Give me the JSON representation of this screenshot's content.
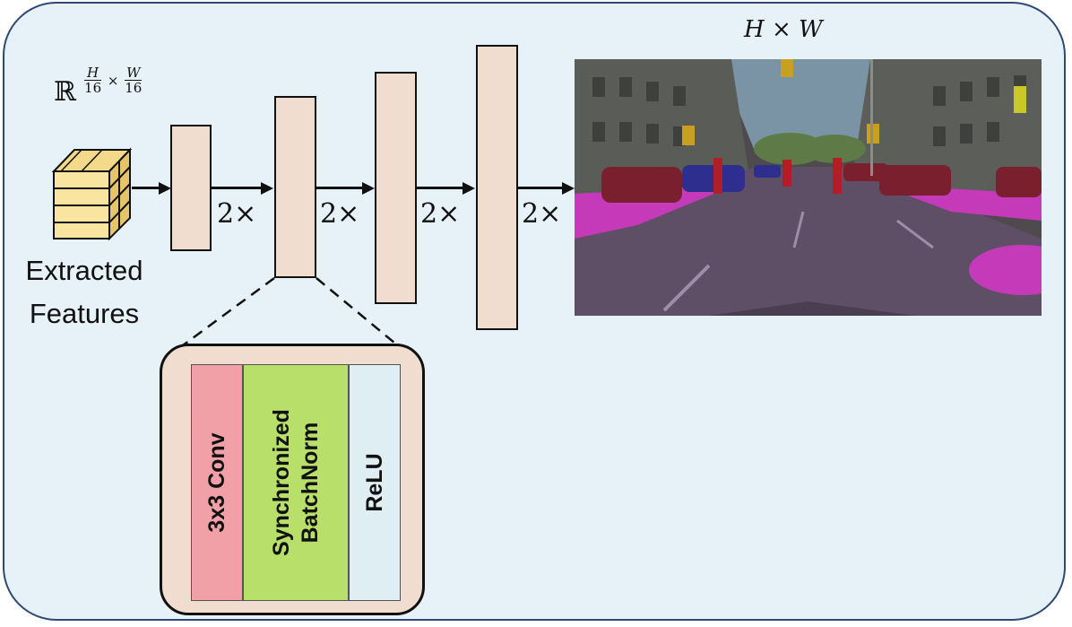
{
  "output_size_label": "H × W",
  "input": {
    "dims_symbol": "ℝ",
    "dims_exp_h_num": "H",
    "dims_exp_h_den": "16",
    "dims_exp_times": "×",
    "dims_exp_w_num": "W",
    "dims_exp_w_den": "16",
    "caption_line1": "Extracted",
    "caption_line2": "Features"
  },
  "upsample_labels": [
    "2×",
    "2×",
    "2×",
    "2×"
  ],
  "detail": {
    "layers": [
      {
        "label": "3x3 Conv",
        "color": "#f2a0a8"
      },
      {
        "label_line1": "Synchronized",
        "label_line2": "BatchNorm",
        "color": "#b7df6a"
      },
      {
        "label": "ReLU",
        "color": "#dfeef2"
      }
    ]
  },
  "colors": {
    "panel_bg": "#e6f1f8",
    "panel_border": "#2e4a72",
    "block_fill": "#f1ddd0",
    "cube_fill": "#f9e4a0"
  }
}
